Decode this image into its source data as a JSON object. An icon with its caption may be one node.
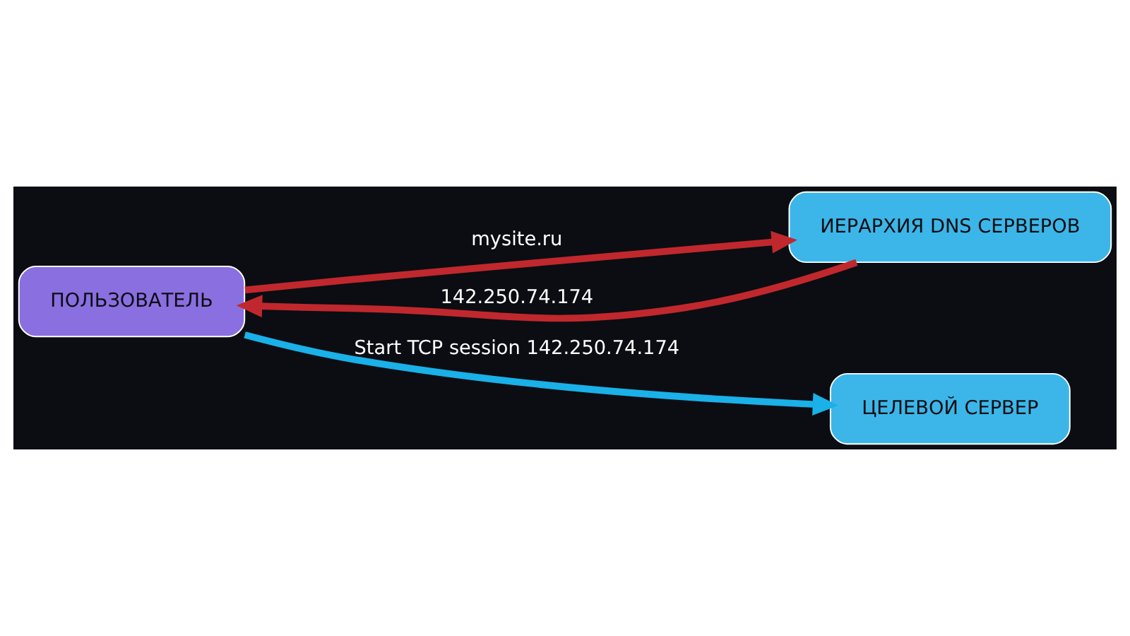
{
  "diagram": {
    "nodes": [
      {
        "text": [
          "ПОЛЬЗОВАТЕЛЬ"
        ]
      },
      {
        "text": [
          "ИЕРАРХИЯ DNS СЕРВЕРОВ"
        ]
      },
      {
        "text": [
          "ЦЕЛЕВОЙ СЕРВЕР"
        ]
      }
    ],
    "edges": [
      {
        "from": 0,
        "to": 1,
        "arrow": "to",
        "label": "mysite.ru",
        "color": "#c0282d"
      },
      {
        "from": 1,
        "to": 0,
        "arrow": "to",
        "label": "142.250.74.174",
        "color": "#c0282d"
      },
      {
        "from": 0,
        "to": 2,
        "arrow": "to",
        "label": "Start TCP session 142.250.74.174",
        "color": "#1ab0e8"
      }
    ]
  }
}
